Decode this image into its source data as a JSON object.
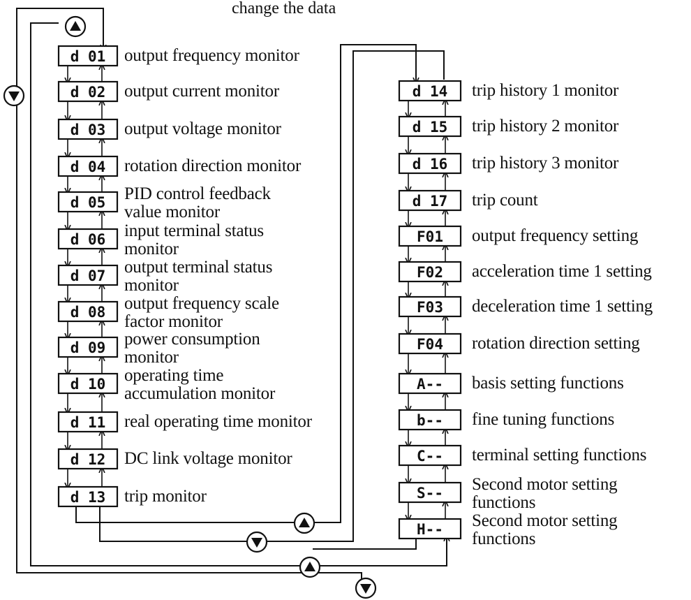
{
  "header": {
    "title": "change the data"
  },
  "left_column": [
    {
      "code": "d 01",
      "label": [
        "output frequency monitor"
      ]
    },
    {
      "code": "d 02",
      "label": [
        "output current  monitor"
      ]
    },
    {
      "code": "d 03",
      "label": [
        "output voltage monitor"
      ]
    },
    {
      "code": "d 04",
      "label": [
        "rotation direction monitor"
      ]
    },
    {
      "code": "d 05",
      "label": [
        "PID control feedback",
        "value monitor"
      ]
    },
    {
      "code": "d 06",
      "label": [
        "input terminal status",
        "monitor"
      ]
    },
    {
      "code": "d 07",
      "label": [
        "output terminal status",
        "monitor"
      ]
    },
    {
      "code": "d 08",
      "label": [
        "output  frequency scale",
        "factor monitor"
      ]
    },
    {
      "code": "d 09",
      "label": [
        "power consumption",
        "monitor"
      ]
    },
    {
      "code": "d 10",
      "label": [
        "operating time",
        "accumulation monitor"
      ]
    },
    {
      "code": "d 11",
      "label": [
        "real operating time  monitor"
      ]
    },
    {
      "code": "d 12",
      "label": [
        "DC link voltage monitor"
      ]
    },
    {
      "code": "d 13",
      "label": [
        "trip monitor"
      ]
    }
  ],
  "right_column": [
    {
      "code": "d 14",
      "label": [
        "trip history 1 monitor"
      ]
    },
    {
      "code": "d 15",
      "label": [
        "trip history 2 monitor"
      ]
    },
    {
      "code": "d 16",
      "label": [
        " trip history 3 monitor"
      ]
    },
    {
      "code": "d 17",
      "label": [
        "trip count"
      ]
    },
    {
      "code": "F01",
      "label": [
        "output frequency setting"
      ]
    },
    {
      "code": "F02",
      "label": [
        "acceleration time 1 setting"
      ]
    },
    {
      "code": "F03",
      "label": [
        "deceleration time 1 setting"
      ]
    },
    {
      "code": "F04",
      "label": [
        "rotation direction setting"
      ]
    },
    {
      "code": "A--",
      "label": [
        "basis setting functions"
      ]
    },
    {
      "code": "b--",
      "label": [
        "fine tuning functions"
      ]
    },
    {
      "code": "C--",
      "label": [
        "terminal setting functions"
      ]
    },
    {
      "code": "S--",
      "label": [
        "Second motor setting",
        "functions"
      ]
    },
    {
      "code": "H--",
      "label": [
        "Second motor setting",
        "functions"
      ]
    }
  ],
  "keys": [
    {
      "name": "up-key-icon",
      "symbol": "▲"
    },
    {
      "name": "down-key-icon",
      "symbol": "▼"
    }
  ]
}
